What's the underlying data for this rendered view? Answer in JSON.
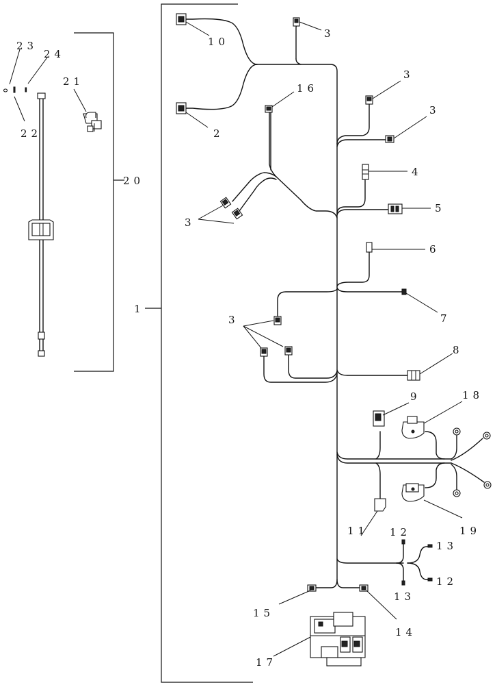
{
  "callouts": {
    "c1": "1",
    "c2": "2",
    "c3a": "3",
    "c3b": "3",
    "c3c": "3",
    "c3d": "3",
    "c3e": "3",
    "c4": "4",
    "c5": "5",
    "c6": "6",
    "c7": "7",
    "c8": "8",
    "c9": "9",
    "c10": "10",
    "c11": "11",
    "c12a": "12",
    "c12b": "12",
    "c13a": "13",
    "c13b": "13",
    "c14": "14",
    "c15": "15",
    "c16": "16",
    "c17": "17",
    "c18": "18",
    "c19": "19",
    "c20": "20",
    "c21": "21",
    "c22": "22",
    "c23": "23",
    "c24": "24"
  }
}
